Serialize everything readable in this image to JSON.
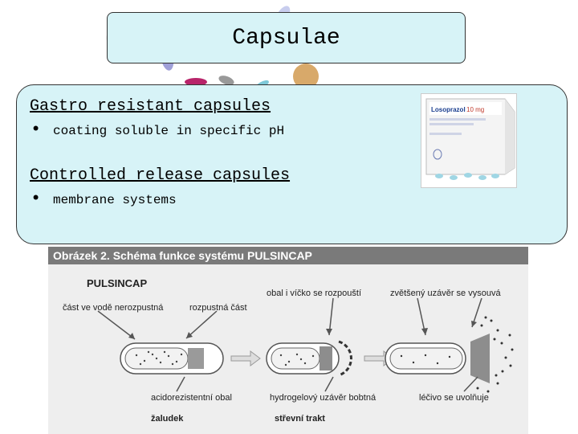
{
  "title": "Capsulae",
  "sections": [
    {
      "heading": "Gastro resistant capsules",
      "bullet": "coating soluble in specific pH"
    },
    {
      "heading": "Controlled release capsules",
      "bullet": "membrane systems"
    }
  ],
  "bullet_symbol": "•",
  "product": {
    "brand": "Losoprazol",
    "strength": "10 mg"
  },
  "diagram": {
    "caption": "Obrázek 2. Schéma funkce systému PULSINCAP",
    "name": "PULSINCAP",
    "labels": {
      "insoluble_part": "část ve vodě nerozpustná",
      "soluble_part": "rozpustná část",
      "shell_dissolves": "obal i víčko se rozpouští",
      "enlarged_cap": "zvětšený uzávěr se vysouvá",
      "acid_resistant_shell": "acidorezistentní obal",
      "hydrogel_cap": "hydrogelový uzávěr bobtná",
      "drug_release": "léčivo se uvolňuje",
      "stomach": "žaludek",
      "intestine": "střevní trakt"
    }
  },
  "colors": {
    "panel_bg": "#d7f3f7",
    "diagram_bg": "#eeeeee",
    "caption_bg": "#7a7a7a"
  }
}
